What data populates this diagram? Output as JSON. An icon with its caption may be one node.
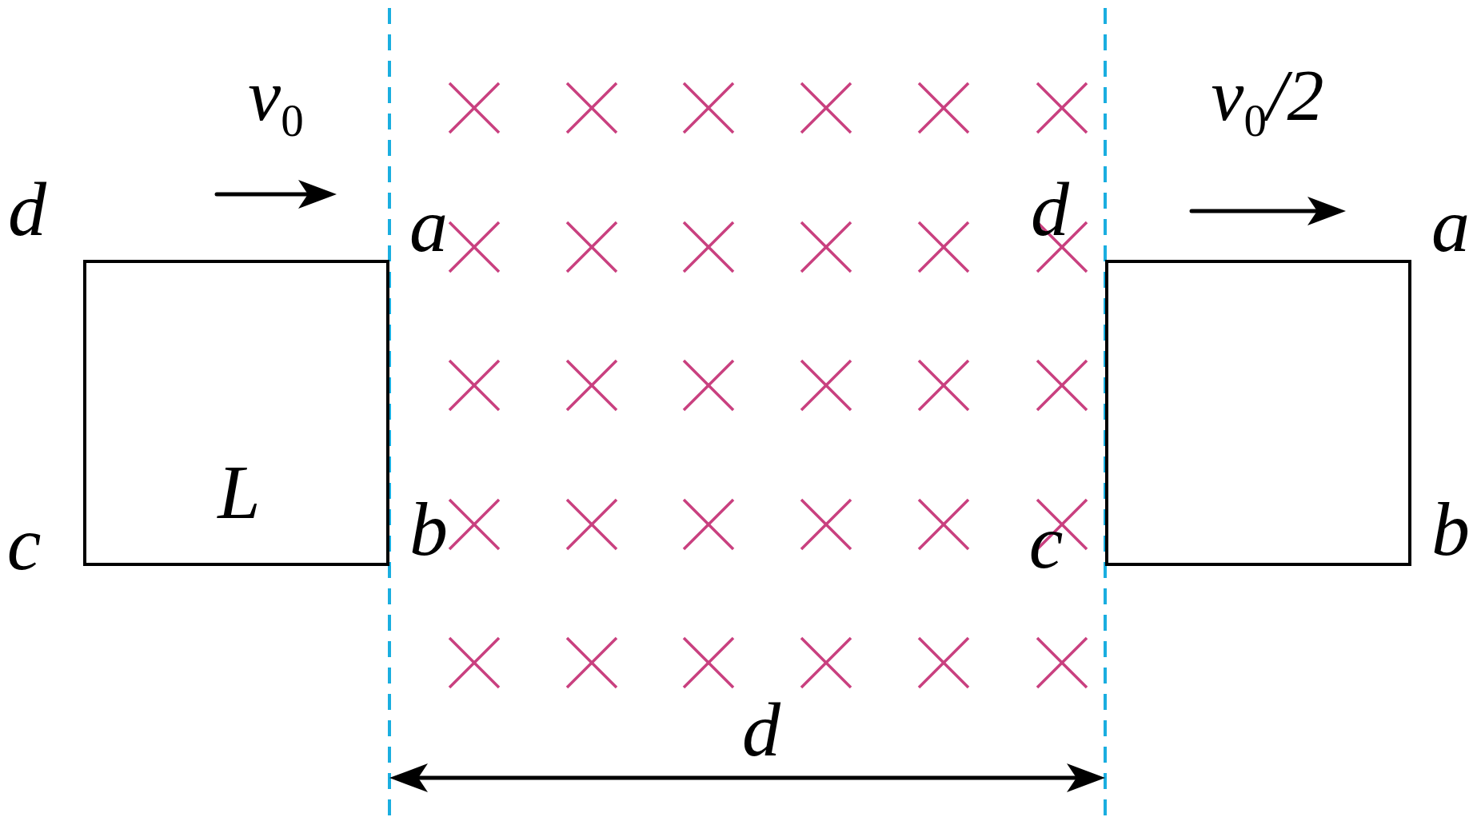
{
  "diagram": {
    "nodes": [
      {
        "text": [
          "L"
        ]
      },
      {
        "text": [],
        "shape": "box"
      }
    ],
    "labels": [
      "v$_{0}$",
      "v$_{0}$/2",
      "d",
      "a",
      "d",
      "a",
      "c",
      "b",
      "c",
      "b",
      "d"
    ]
  }
}
